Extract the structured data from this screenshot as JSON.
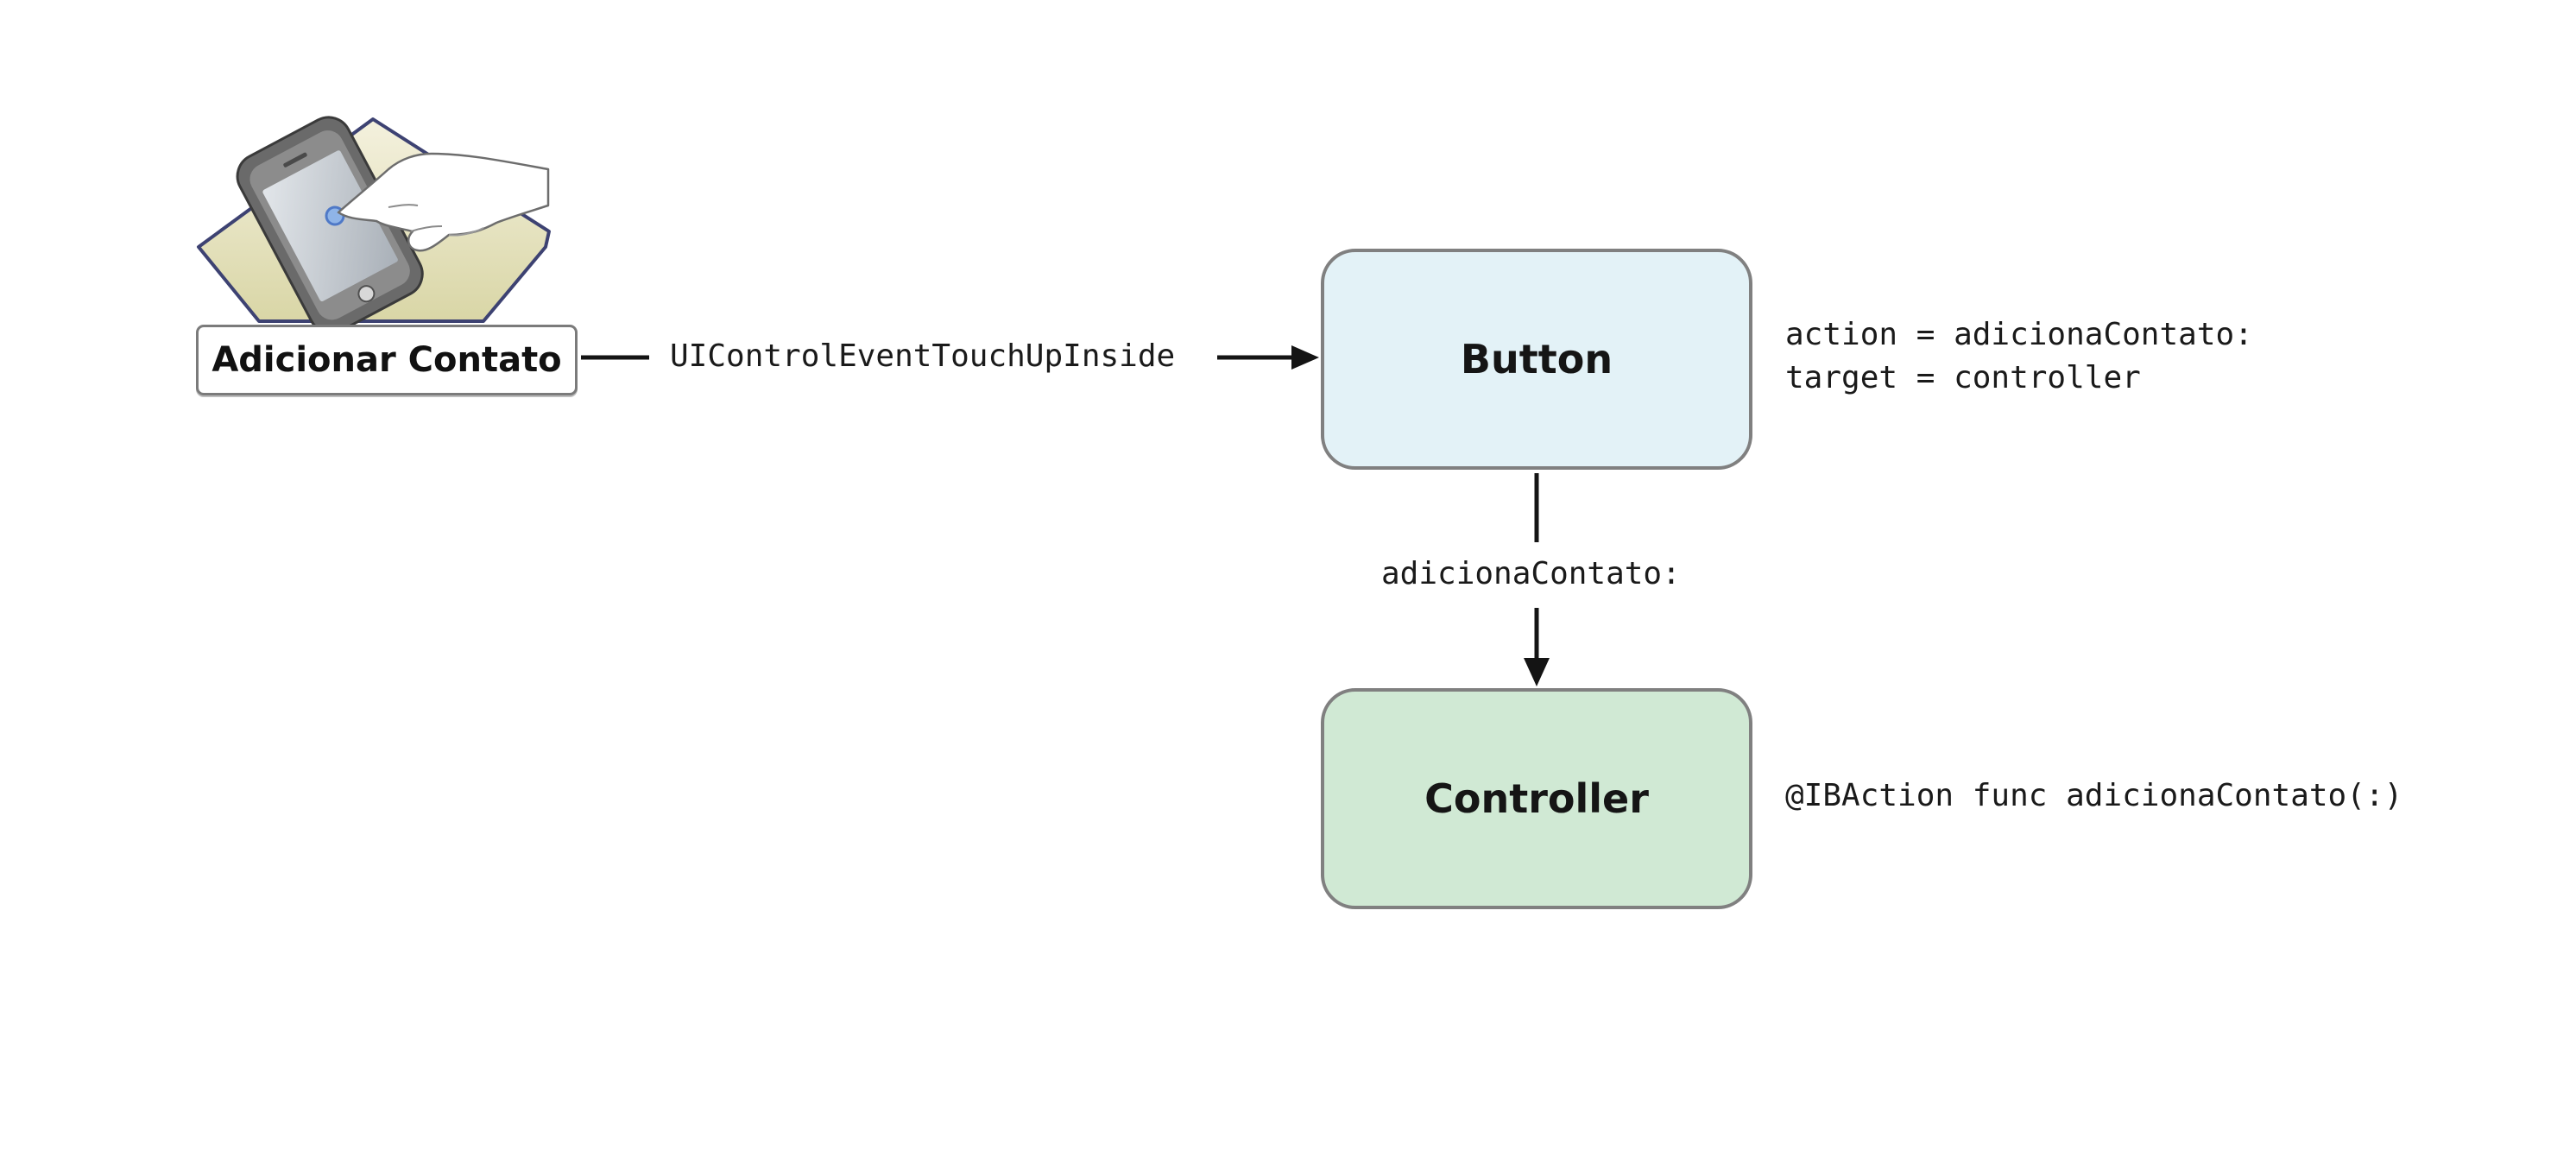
{
  "illustration": {
    "icon": "hand-tapping-phone-icon"
  },
  "ui_button": {
    "label": "Adicionar Contato"
  },
  "event_label": "UIControlEventTouchUpInside",
  "button_node": {
    "label": "Button",
    "fill": "#e3f2f7",
    "properties": [
      "action = adicionaContato:",
      "target = controller"
    ]
  },
  "action_label": "adicionaContato:",
  "controller_node": {
    "label": "Controller",
    "fill": "#d0e9d4",
    "method": "@IBAction func adicionaContato(:)"
  },
  "colors": {
    "node_border": "#808080",
    "arrow": "#141414"
  }
}
